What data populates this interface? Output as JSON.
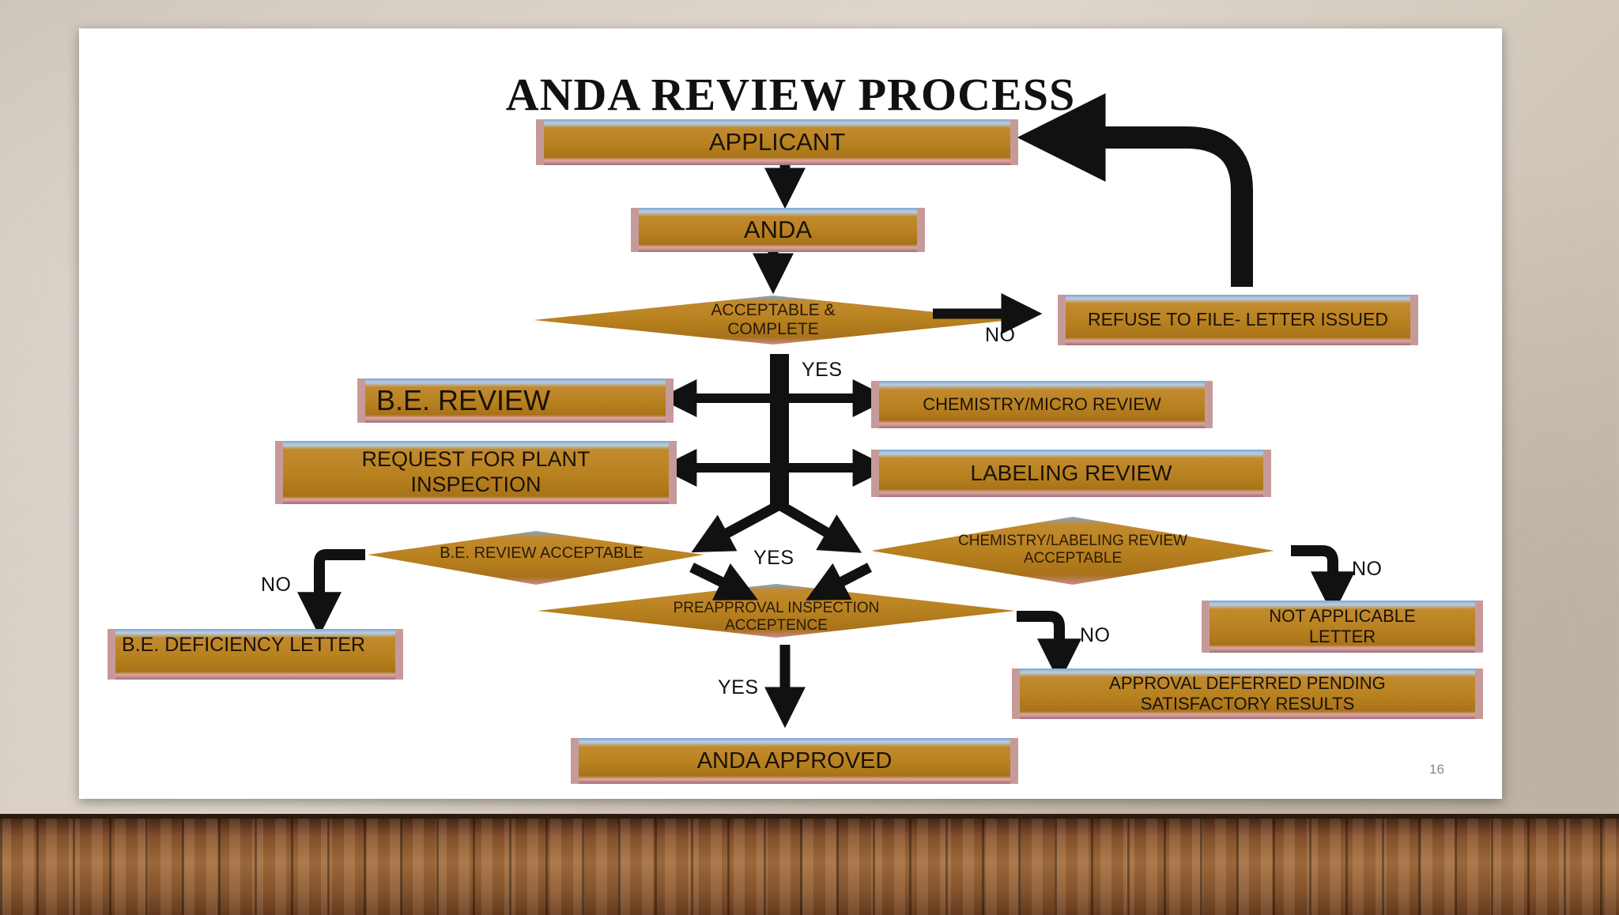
{
  "title": "ANDA REVIEW PROCESS",
  "slide_number": "16",
  "nodes": {
    "applicant": "APPLICANT",
    "anda": "ANDA",
    "acceptable_complete": "ACCEPTABLE & COMPLETE",
    "refuse_to_file": "REFUSE TO FILE- LETTER ISSUED",
    "be_review": "B.E. REVIEW",
    "chemistry_micro_review": "CHEMISTRY/MICRO REVIEW",
    "request_plant_inspection": "REQUEST FOR PLANT INSPECTION",
    "labeling_review": "LABELING REVIEW",
    "be_review_acceptable": "B.E. REVIEW ACCEPTABLE",
    "chemistry_labeling_acceptable": "CHEMISTRY/LABELING REVIEW ACCEPTABLE",
    "preapproval_inspection": "PREAPPROVAL INSPECTION ACCEPTENCE",
    "be_deficiency_letter": "B.E. DEFICIENCY LETTER",
    "not_applicable_letter": "NOT APPLICABLE LETTER",
    "approval_deferred": "APPROVAL DEFERRED PENDING SATISFACTORY RESULTS",
    "anda_approved": "ANDA APPROVED"
  },
  "edge_labels": {
    "no_refuse": "NO",
    "yes_split": "YES",
    "yes_preapproval": "YES",
    "no_be": "NO",
    "no_chem": "NO",
    "no_preapproval": "NO",
    "yes_approved": "YES"
  },
  "colors": {
    "box_fill": "#b8811f",
    "arrow": "#111111",
    "diamond_fill": "#b8811f"
  }
}
